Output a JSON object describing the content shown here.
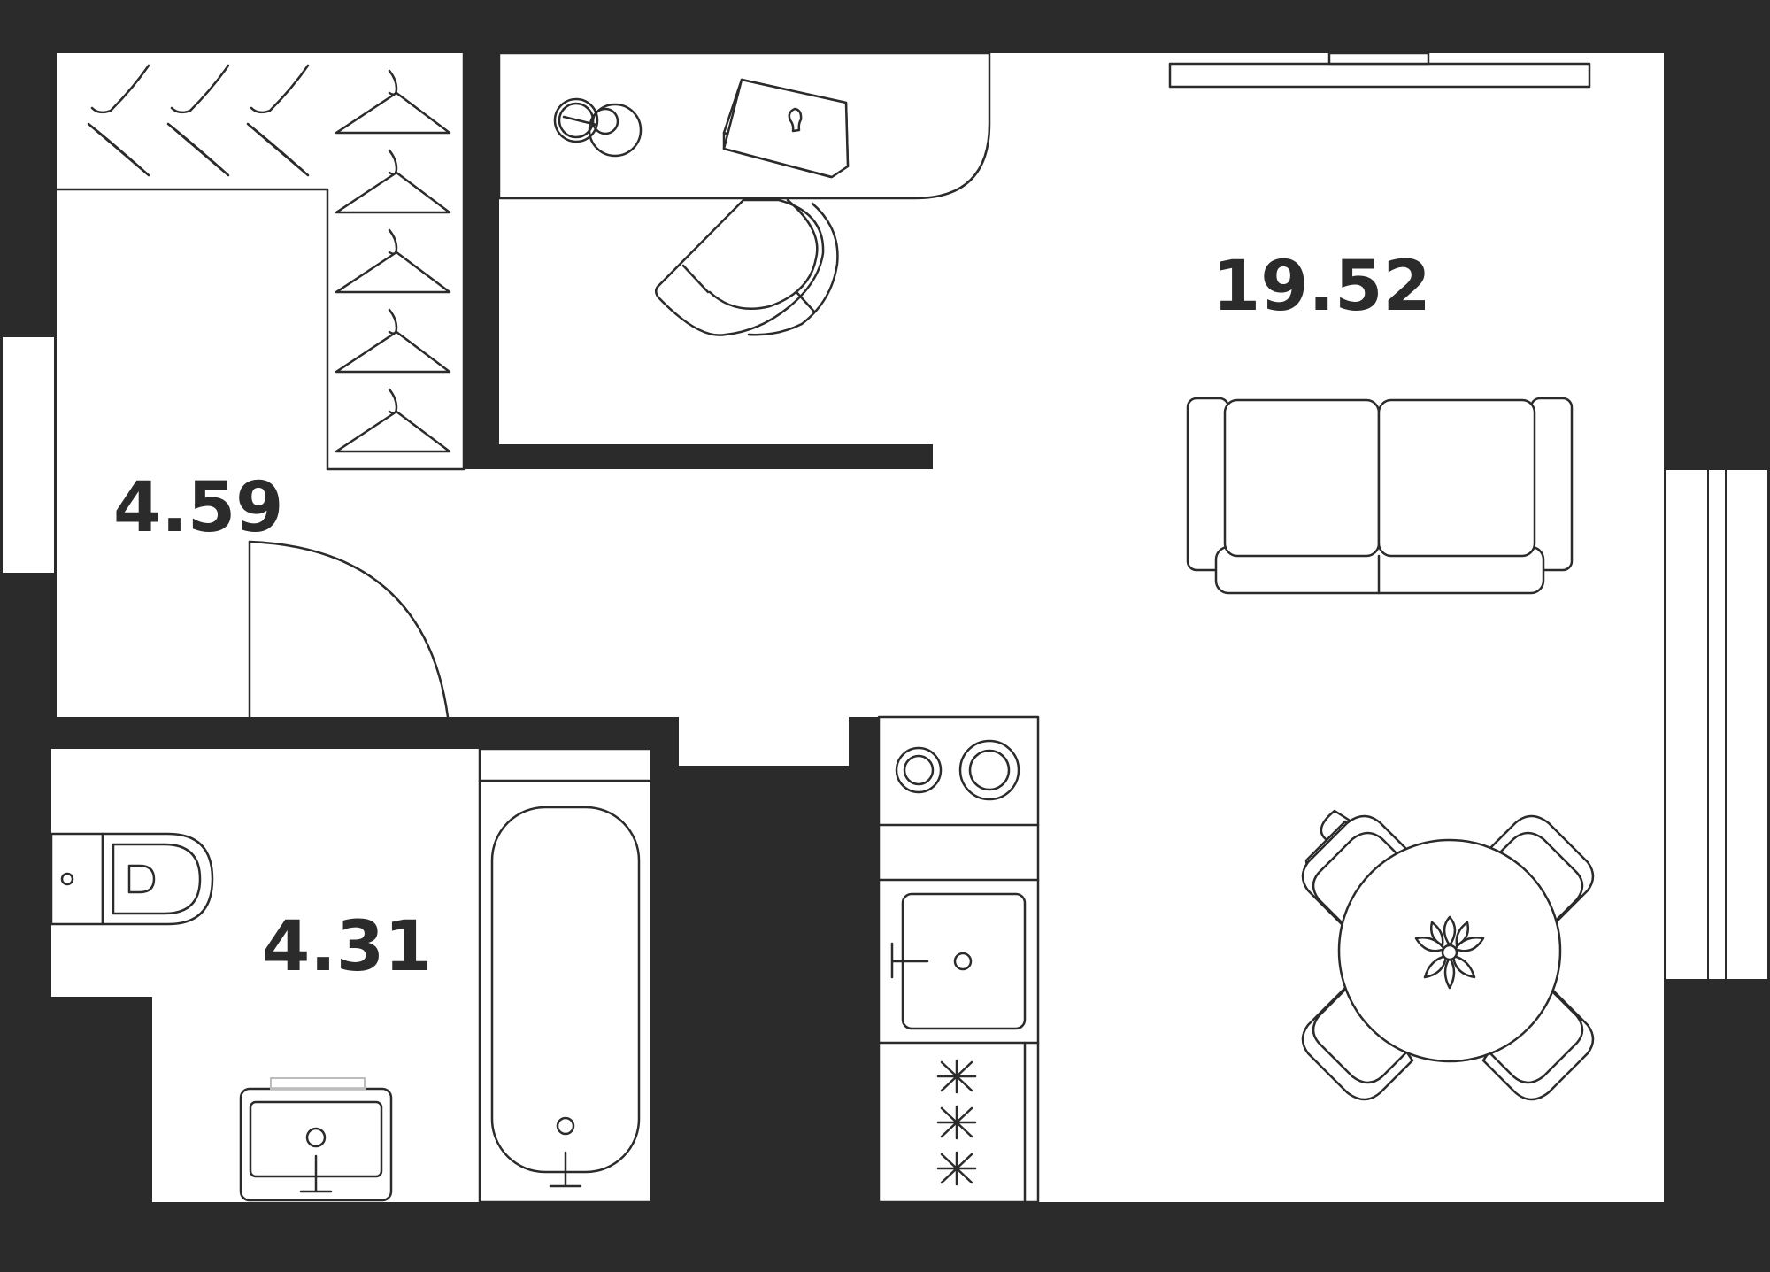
{
  "rooms": {
    "living": {
      "area": "19.52"
    },
    "hall": {
      "area": "4.59"
    },
    "bathroom": {
      "area": "4.31"
    }
  },
  "colors": {
    "wall": "#2b2b2b",
    "floor": "#ffffff",
    "line": "#2b2b2b"
  }
}
